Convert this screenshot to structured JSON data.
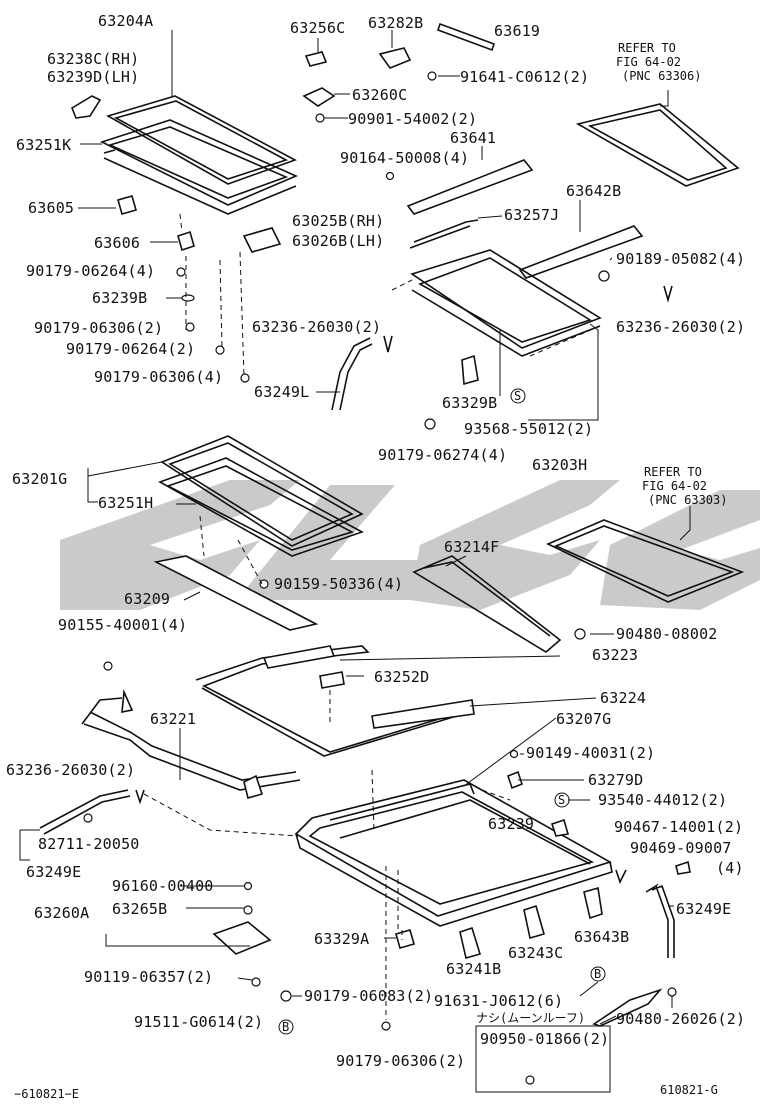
{
  "diagram": {
    "watermark_text": "GLGC",
    "footer_left": "−610821−E",
    "footer_right": "610821-G",
    "refer_notes": [
      {
        "line1": "REFER TO",
        "line2": "FIG 64-02",
        "line3": "(PNC 63306)"
      },
      {
        "line1": "REFER TO",
        "line2": "FIG 64-02",
        "line3": "(PNC 63303)"
      }
    ],
    "moon_roof_note": "ナシ(ムーンルーフ)",
    "labels": [
      "63204A",
      "63238C(RH)",
      "63239D(LH)",
      "63251K",
      "63605",
      "63606",
      "90179-06264(4)",
      "63239B",
      "90179-06306(2)",
      "90179-06264(2)",
      "90179-06306(4)",
      "63256C",
      "63282B",
      "63619",
      "91641-C0612(2)",
      "63260C",
      "90901-54002(2)",
      "63641",
      "90164-50008(4)",
      "63642B",
      "63025B(RH)",
      "63026B(LH)",
      "63257J",
      "90189-05082(4)",
      "63236-26030(2)",
      "63236-26030(2)",
      "63249L",
      "63329B",
      "93568-55012(2)",
      "90179-06274(4)",
      "63203H",
      "63201G",
      "63251H",
      "63214F",
      "63209",
      "90159-50336(4)",
      "90155-40001(4)",
      "90480-08002",
      "63223",
      "63252D",
      "63224",
      "63221",
      "63207G",
      "63236-26030(2)",
      "90149-40031(2)",
      "63279D",
      "93540-44012(2)",
      "63239",
      "90467-14001(2)",
      "90469-09007",
      "(4)",
      "82711-20050",
      "63249E",
      "96160-00400",
      "63260A",
      "63265B",
      "63329A",
      "63243C",
      "63643B",
      "63249E",
      "63241B",
      "90119-06357(2)",
      "90179-06083(2)",
      "91631-J0612(6)",
      "91511-G0614(2)",
      "90480-26026(2)",
      "90950-01866(2)",
      "90179-06306(2)"
    ],
    "circle_marks": [
      "S",
      "S",
      "B",
      "B"
    ]
  }
}
